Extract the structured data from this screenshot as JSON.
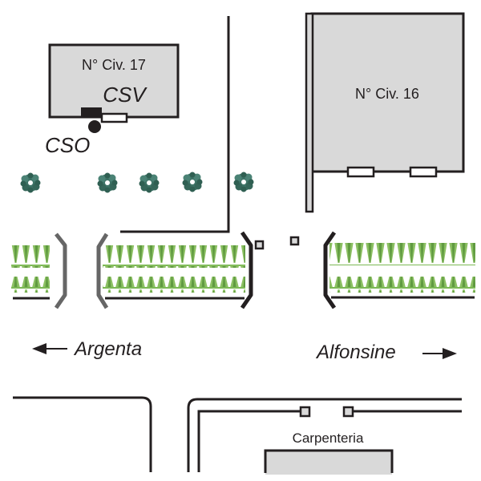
{
  "diagram": {
    "type": "site-plan",
    "colors": {
      "building_fill": "#d9d9d9",
      "outline": "#231f20",
      "hedge": "#7cb955",
      "tree": "#3e7467",
      "bracket_grey": "#666666"
    },
    "buildings": [
      {
        "id": "civ17",
        "label": "N° Civ. 17",
        "sub_label": "CSV"
      },
      {
        "id": "civ16",
        "label": "N° Civ. 16"
      },
      {
        "id": "carpenteria",
        "label": "Carpenteria"
      }
    ],
    "markers": {
      "cso_label": "CSO"
    },
    "directions": {
      "left": {
        "label": "Argenta",
        "arrow": "left-arrow"
      },
      "right": {
        "label": "Alfonsine",
        "arrow": "right-arrow"
      }
    },
    "trees": {
      "count": 5,
      "icon": "tree-icon"
    },
    "hedges": {
      "count": 3,
      "icon": "hedge-icon"
    }
  }
}
